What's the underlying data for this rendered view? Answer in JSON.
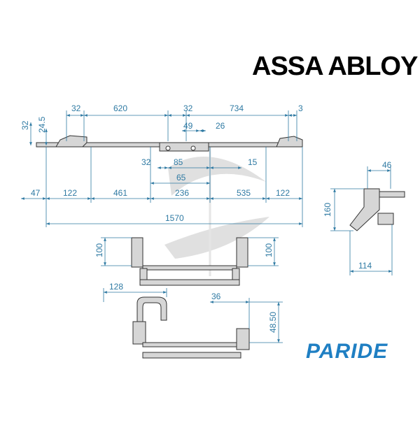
{
  "brand": {
    "assa_abloy": "ASSA ABLOY",
    "paride": "PARIDE"
  },
  "colors": {
    "dimension": "#2f7aa3",
    "outline": "#333333",
    "part_fill": "#d6d6d6",
    "watermark": "#bdbdbd",
    "paride": "#1f7fc3"
  },
  "dimensions": {
    "top_32_left": "32",
    "top_620": "620",
    "top_32_mid": "32",
    "top_734": "734",
    "top_3": "3",
    "v_32": "32",
    "v_24_5": "24.5",
    "d_49": "49",
    "d_26": "26",
    "d_32_low": "32",
    "d_85": "85",
    "d_65": "65",
    "d_15": "15",
    "b_47": "47",
    "b_122_left": "122",
    "b_461": "461",
    "b_236": "236",
    "b_535": "535",
    "b_122_right": "122",
    "overall_1570": "1570",
    "side_46": "46",
    "side_160": "160",
    "side_114": "114",
    "bar_100_left": "100",
    "bar_100_right": "100",
    "handle_128": "128",
    "handle_36": "36",
    "handle_48_50": "48.50"
  }
}
